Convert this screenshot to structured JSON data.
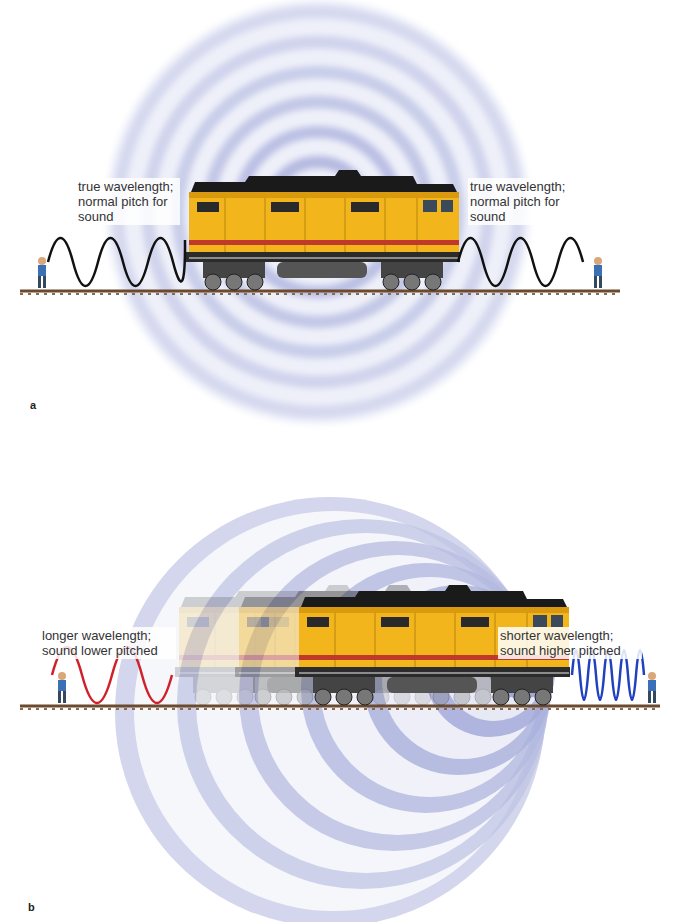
{
  "diagram": {
    "labels": [
      "true wavelength; normal pitch for sound",
      "true wavelength; normal pitch for sound",
      "a",
      "longer wavelength; sound lower pitched",
      "shorter wavelength; sound higher pitched",
      "b"
    ]
  }
}
